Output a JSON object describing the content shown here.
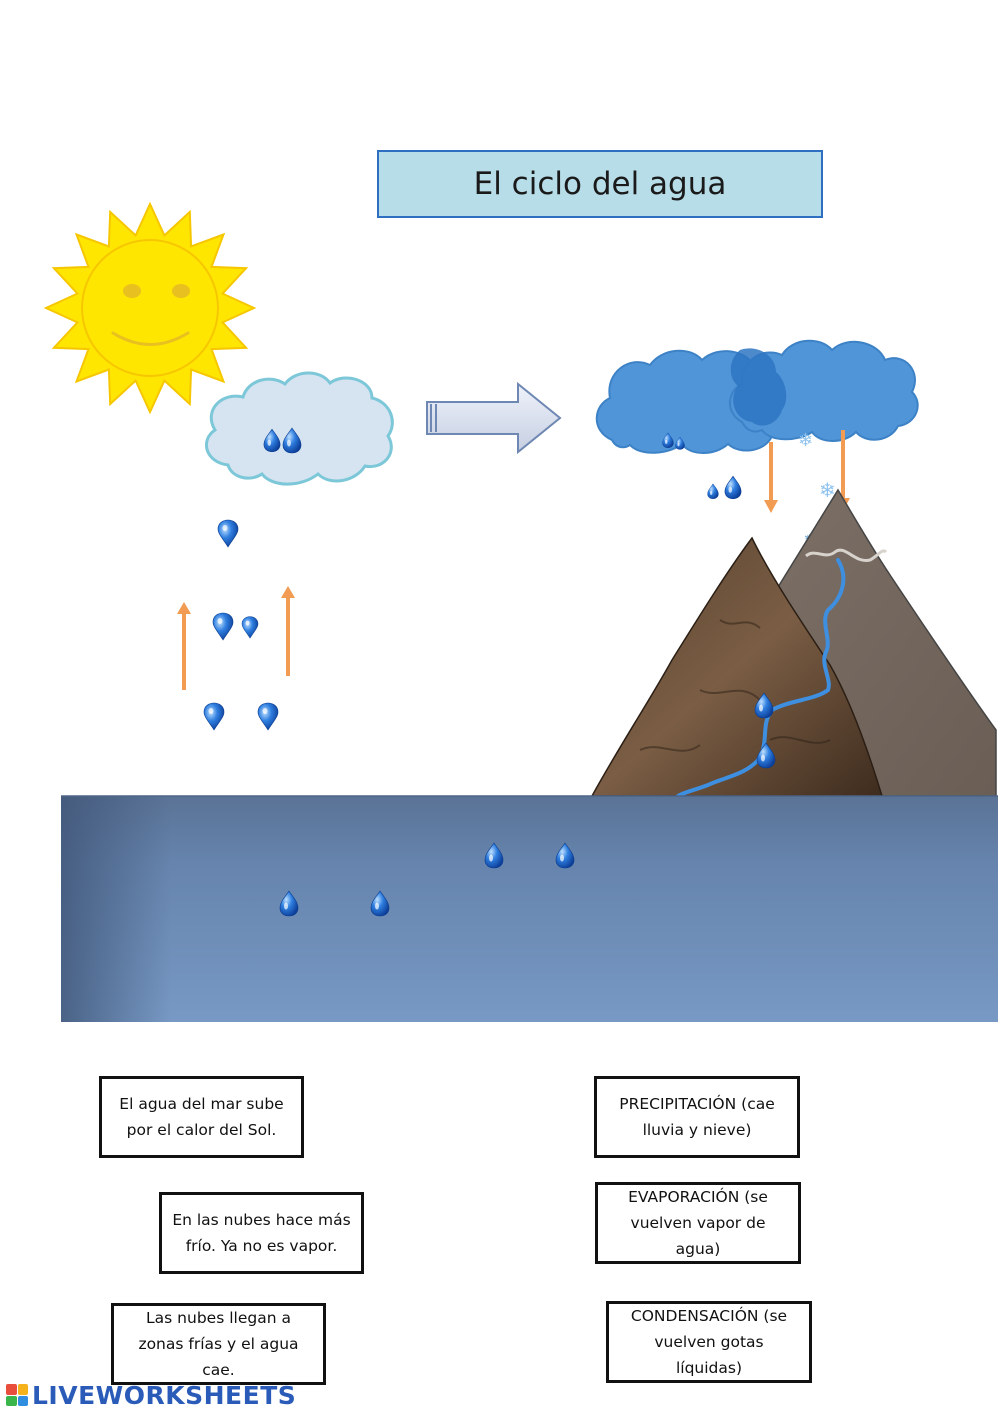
{
  "title": "El ciclo del agua",
  "cards": {
    "card_1": "El agua del mar sube por el calor del Sol.",
    "card_2": "En las nubes hace más frío. Ya no es vapor.",
    "card_3": "Las nubes llegan a zonas frías y el agua cae.",
    "card_4": "PRECIPITACIÓN (cae lluvia y nieve)",
    "card_5": "EVAPORACIÓN (se vuelven vapor de agua)",
    "card_6": "CONDENSACIÓN (se vuelven gotas líquidas)"
  },
  "icons": [
    "sun-icon",
    "cloud-icon",
    "right-arrow-icon",
    "water-drop-icon",
    "snowflake-icon",
    "mountain-icon",
    "river-icon",
    "sea-icon"
  ],
  "colors": {
    "title_bg": "#b7dde8",
    "title_border": "#2e6fc2",
    "sun": "#ffe600",
    "sun_rays": "#f6c700",
    "small_cloud": "#d6e4f2",
    "rain_cloud": "#4f95d8",
    "sea": "#6d8db7",
    "arrow_orange": "#f29b52",
    "drop": "#1e64c8"
  },
  "footer": {
    "logo_text": "LIVEWORKSHEETS"
  }
}
